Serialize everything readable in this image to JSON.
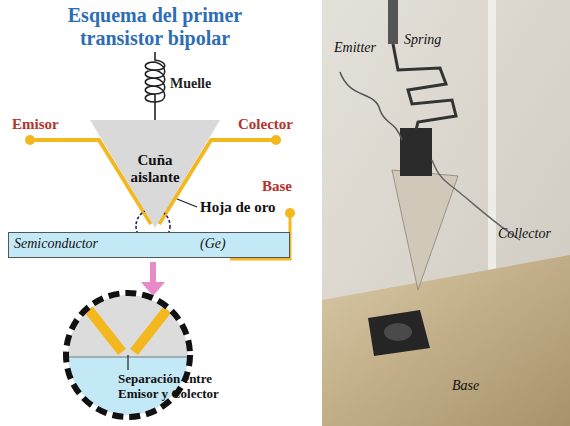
{
  "diagram": {
    "title": "Esquema del primer transistor bipolar",
    "nodes": [
      {
        "text": [
          "Cuña aislante"
        ]
      },
      {
        "text": [
          "Semiconductor",
          "(Ge)"
        ]
      }
    ],
    "labels": [
      "Muelle",
      "Emisor",
      "Colector",
      "Hoja de oro",
      "Base",
      "Separación entre Emisor y Colector",
      "Emitter",
      "Spring",
      "Collector",
      "Base"
    ]
  }
}
